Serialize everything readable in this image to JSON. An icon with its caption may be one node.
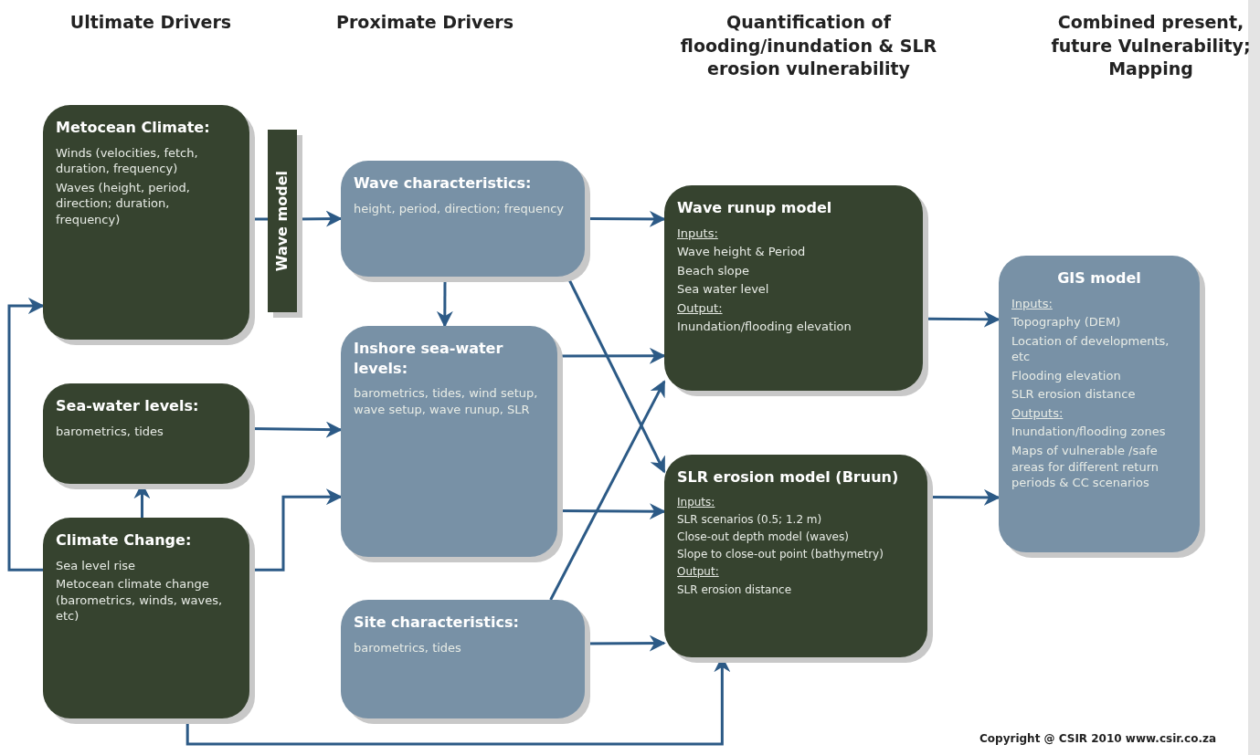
{
  "diagram": {
    "nodes": [
      {
        "text": [
          "Metocean Climate:",
          "Winds (velocities, fetch, duration, frequency)",
          "Waves (height, period, direction; duration, frequency)"
        ]
      },
      {
        "text": [
          "Wave model"
        ]
      },
      {
        "text": [
          "Wave characteristics:",
          "height, period, direction; frequency"
        ]
      },
      {
        "text": [
          "Wave runup model",
          "Inputs:",
          "Wave height & Period",
          "Beach slope",
          "Sea water level",
          "Output:",
          "Inundation/flooding elevation"
        ]
      },
      {
        "text": [
          "GIS model",
          "Inputs:",
          "Topography (DEM)",
          "Location of developments, etc",
          "Flooding elevation",
          "SLR erosion distance",
          "Outputs:",
          "Inundation/flooding zones",
          "Maps of vulnerable /safe areas for different return periods & CC scenarios"
        ]
      },
      {
        "text": [
          "Inshore sea-water levels:",
          "barometrics, tides, wind setup, wave setup, wave runup, SLR"
        ]
      },
      {
        "text": [
          "Sea-water levels:",
          "barometrics, tides"
        ]
      },
      {
        "text": [
          "**SLR erosion model** (Bruun)",
          "Inputs:",
          "SLR scenarios (0.5; 1.2 m)",
          "Close-out depth model (waves)",
          "Slope to close-out point (bathymetry)",
          "Output:",
          "SLR erosion distance"
        ]
      },
      {
        "text": [
          "Climate Change:",
          "Sea level rise",
          "Metocean climate change (barometrics, winds, waves, etc)"
        ]
      },
      {
        "text": [
          "Site characteristics:",
          "barometrics, tides"
        ]
      }
    ],
    "edges": [
      {
        "from": 0,
        "to": 1,
        "arrow": "none"
      },
      {
        "from": 1,
        "to": 2,
        "arrow": "to"
      },
      {
        "from": 2,
        "to": 3,
        "arrow": "to"
      },
      {
        "from": 2,
        "to": 5,
        "arrow": "to"
      },
      {
        "from": 2,
        "to": 7,
        "arrow": "to"
      },
      {
        "from": 5,
        "to": 3,
        "arrow": "to"
      },
      {
        "from": 5,
        "to": 7,
        "arrow": "to"
      },
      {
        "from": 9,
        "to": 3,
        "arrow": "to"
      },
      {
        "from": 9,
        "to": 7,
        "arrow": "to"
      },
      {
        "from": 6,
        "to": 5,
        "arrow": "to"
      },
      {
        "from": 8,
        "to": 6,
        "arrow": "to"
      },
      {
        "from": 8,
        "to": 5,
        "arrow": "to"
      },
      {
        "from": 8,
        "to": 0,
        "arrow": "to"
      },
      {
        "from": 8,
        "to": 7,
        "arrow": "to"
      },
      {
        "from": 3,
        "to": 4,
        "arrow": "to"
      },
      {
        "from": 7,
        "to": 4,
        "arrow": "to"
      }
    ],
    "labels": [
      "Ultimate Drivers",
      "Proximate Drivers",
      "Quantification of flooding/inundation & SLR erosion vulnerability",
      "Combined present, future Vulnerability; Mapping",
      "Copyright @ CSIR 2010 www.csir.co.za"
    ]
  }
}
